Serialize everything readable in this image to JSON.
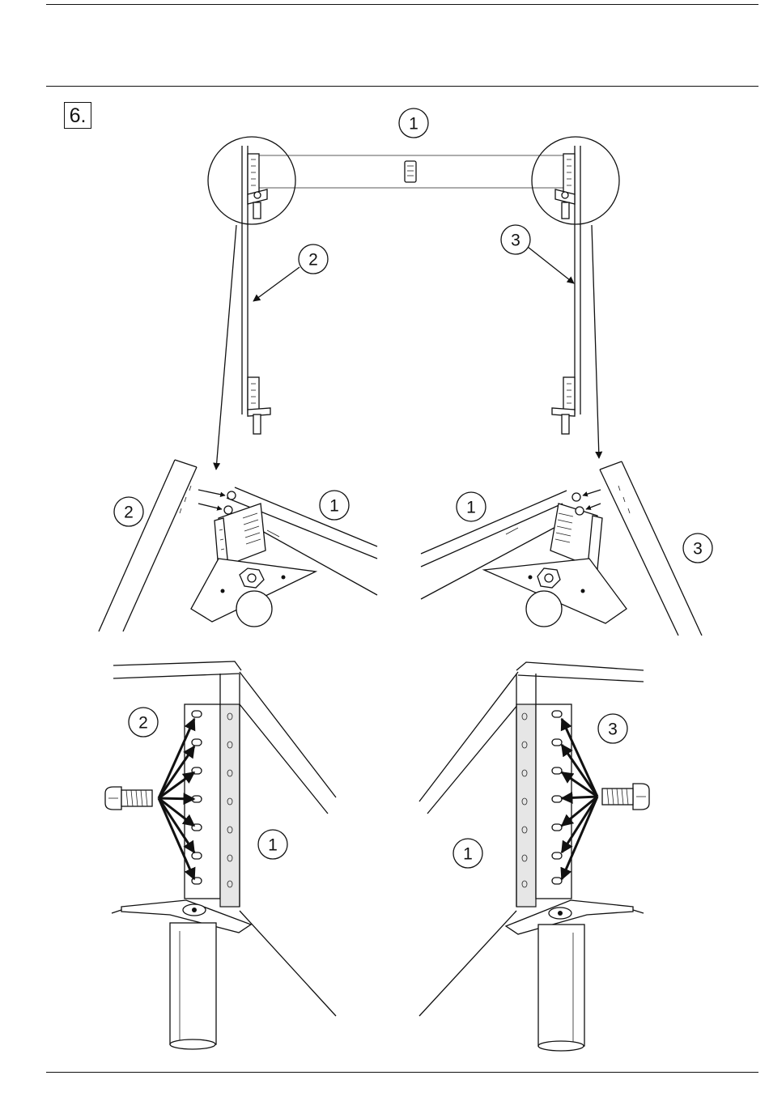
{
  "header": {
    "step_number": "6."
  },
  "callouts": {
    "main_frame": "1",
    "left_leg": "2",
    "right_leg": "3"
  },
  "icons": [
    "screw-icon",
    "arrow-icon",
    "adjustable-foot-icon",
    "detail-magnifier-icon"
  ]
}
